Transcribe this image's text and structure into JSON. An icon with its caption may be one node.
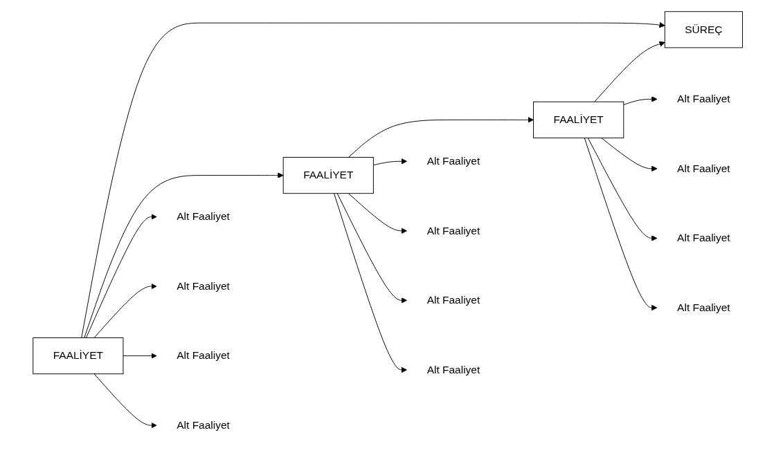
{
  "diagram": {
    "nodes": [
      {
        "text": [
          "SÜREÇ"
        ]
      },
      {
        "text": [
          "FAALİYET"
        ]
      },
      {
        "text": [
          "FAALİYET"
        ]
      },
      {
        "text": [
          "FAALİYET"
        ]
      },
      {
        "text": [
          "Alt Faaliyet"
        ]
      },
      {
        "text": [
          "Alt Faaliyet"
        ]
      },
      {
        "text": [
          "Alt Faaliyet"
        ]
      },
      {
        "text": [
          "Alt Faaliyet"
        ]
      },
      {
        "text": [
          "Alt Faaliyet"
        ]
      },
      {
        "text": [
          "Alt Faaliyet"
        ]
      },
      {
        "text": [
          "Alt Faaliyet"
        ]
      },
      {
        "text": [
          "Alt Faaliyet"
        ]
      },
      {
        "text": [
          "Alt Faaliyet"
        ]
      },
      {
        "text": [
          "Alt Faaliyet"
        ]
      },
      {
        "text": [
          "Alt Faaliyet"
        ]
      },
      {
        "text": [
          "Alt Faaliyet"
        ]
      }
    ],
    "edges": [
      {
        "from": 1,
        "to": 0,
        "arrow": "to"
      },
      {
        "from": 3,
        "to": 0,
        "arrow": "to"
      },
      {
        "from": 1,
        "to": 2,
        "arrow": "to"
      },
      {
        "from": 2,
        "to": 3,
        "arrow": "to"
      },
      {
        "from": 1,
        "to": 4,
        "arrow": "to"
      },
      {
        "from": 1,
        "to": 7,
        "arrow": "to"
      },
      {
        "from": 1,
        "to": 10,
        "arrow": "to"
      },
      {
        "from": 1,
        "to": 13,
        "arrow": "to"
      },
      {
        "from": 2,
        "to": 5,
        "arrow": "to"
      },
      {
        "from": 2,
        "to": 8,
        "arrow": "to"
      },
      {
        "from": 2,
        "to": 11,
        "arrow": "to"
      },
      {
        "from": 2,
        "to": 14,
        "arrow": "to"
      },
      {
        "from": 3,
        "to": 6,
        "arrow": "to"
      },
      {
        "from": 3,
        "to": 9,
        "arrow": "to"
      },
      {
        "from": 3,
        "to": 12,
        "arrow": "to"
      },
      {
        "from": 3,
        "to": 15,
        "arrow": "to"
      }
    ]
  }
}
